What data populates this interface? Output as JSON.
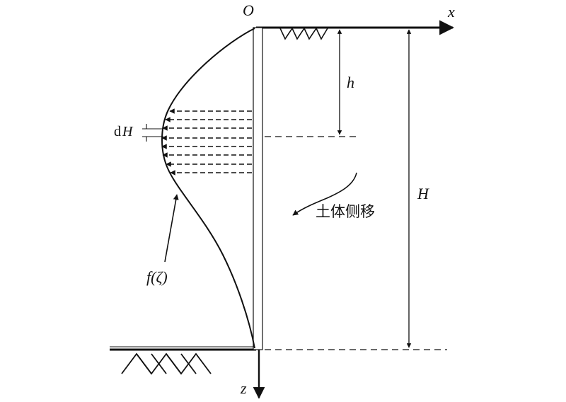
{
  "labels": {
    "origin": "O",
    "x_axis": "x",
    "z_axis": "z",
    "h": "h",
    "H": "H",
    "dH_d": "d",
    "dH_H": "H",
    "f_zeta": "f(ζ)",
    "soil_movement": "土体侧移"
  },
  "colors": {
    "ink": "#111111",
    "pile_fill": "#ffffff"
  }
}
